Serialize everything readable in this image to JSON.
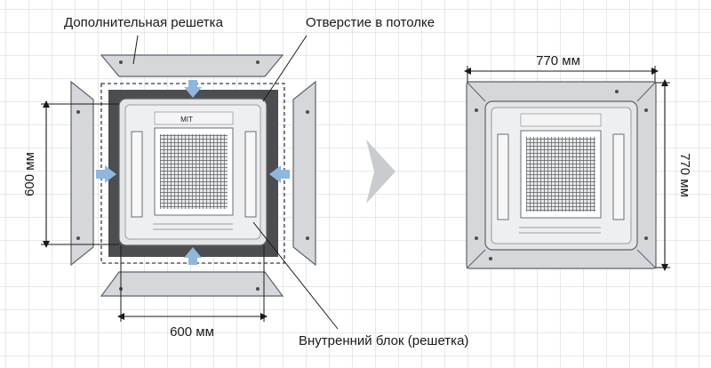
{
  "labels": {
    "extra_grille": "Дополнительная решетка",
    "ceiling_opening": "Отверстие в потолке",
    "indoor_unit": "Внутренний блок (решетка)"
  },
  "dimensions": {
    "left_width": "600 мм",
    "left_height": "600 мм",
    "right_width": "770 мм",
    "right_height": "770 мм"
  },
  "unit_badge": "MIT",
  "colors": {
    "grid_line": "#cfd2d6",
    "panel_fill": "#e4e5e7",
    "panel_border": "#5e6166",
    "gap_fill": "#4b4d50",
    "arrow_blue": "#8fb7de",
    "transition_arrow": "#c9cbce",
    "dimension_line": "#1a1a1a"
  }
}
